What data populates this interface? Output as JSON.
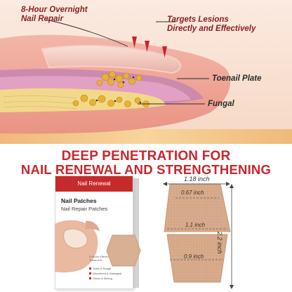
{
  "labels": {
    "overnight": [
      "8-Hour Overnight",
      "Nail Repair"
    ],
    "targets": [
      "Targets Lesions",
      "Directly and Effectively"
    ],
    "toenail": "Toenail Plate",
    "fungal": "Fungal"
  },
  "headline": {
    "line1": "DEEP PENETRATION FOR",
    "line2": "NAIL RENEWAL AND STRENGTHENING"
  },
  "product": {
    "brand": "Nail Renewal",
    "title": "Nail Patches",
    "subtitle": "Nail Repair Patches",
    "footnote": "8 Hours   Effective   All Night Treatment",
    "features": [
      "Thick & Rough",
      "Discolored & Damaged",
      "Odour & Itching"
    ]
  },
  "dimensions": {
    "width_top": "1.18 inch",
    "height_right": "2.2 inch",
    "upper_width": "0.67 inch",
    "middle_width": "1.1 inch",
    "lower_width": "0.9 inch"
  },
  "colors": {
    "headline_red": "#c8262c",
    "label_red": "#8a1f1f",
    "patch_tan": "#d4a98c",
    "box_band": "#c62b2b"
  }
}
